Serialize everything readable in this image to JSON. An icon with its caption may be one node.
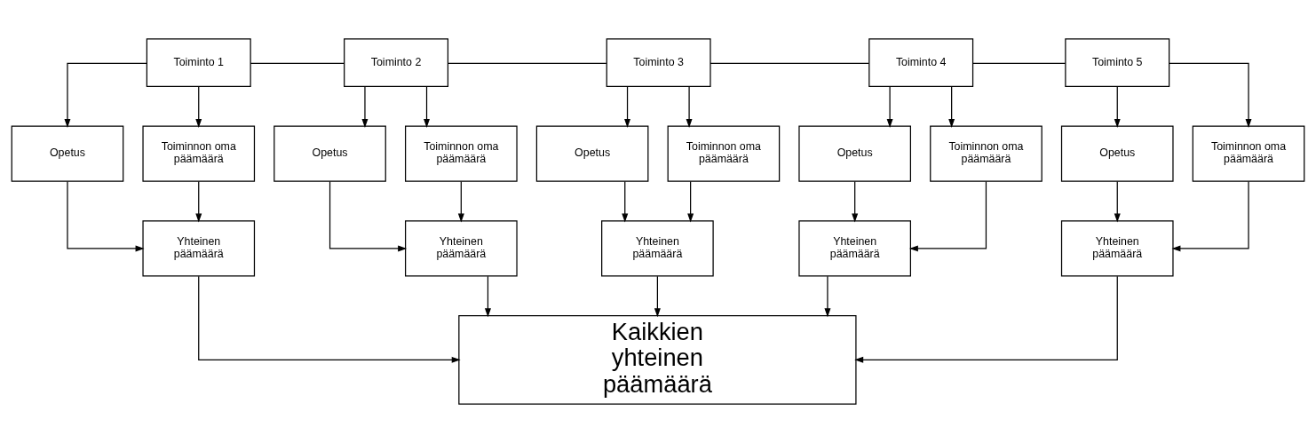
{
  "diagram": {
    "nodes": [
      {
        "text": [
          "Toiminto 1"
        ]
      },
      {
        "text": [
          "Toiminto 2"
        ]
      },
      {
        "text": [
          "Toiminto 3"
        ]
      },
      {
        "text": [
          "Toiminto 4"
        ]
      },
      {
        "text": [
          "Toiminto 5"
        ]
      },
      {
        "text": [
          "Opetus"
        ]
      },
      {
        "text": [
          "Toiminnon oma päämäärä"
        ]
      },
      {
        "text": [
          "Yhteinen päämäärä"
        ]
      },
      {
        "text": [
          "Opetus"
        ]
      },
      {
        "text": [
          "Toiminnon oma päämäärä"
        ]
      },
      {
        "text": [
          "Yhteinen päämäärä"
        ]
      },
      {
        "text": [
          "Opetus"
        ]
      },
      {
        "text": [
          "Toiminnon oma päämäärä"
        ]
      },
      {
        "text": [
          "Yhteinen päämäärä"
        ]
      },
      {
        "text": [
          "Opetus"
        ]
      },
      {
        "text": [
          "Toiminnon oma päämäärä"
        ]
      },
      {
        "text": [
          "Yhteinen päämäärä"
        ]
      },
      {
        "text": [
          "Opetus"
        ]
      },
      {
        "text": [
          "Toiminnon oma päämäärä"
        ]
      },
      {
        "text": [
          "Yhteinen päämäärä"
        ]
      },
      {
        "text": [
          "Kaikkien yhteinen päämäärä"
        ]
      }
    ],
    "edges": [
      {
        "from": 0,
        "to": 1,
        "arrow": "none"
      },
      {
        "from": 1,
        "to": 2,
        "arrow": "none"
      },
      {
        "from": 2,
        "to": 3,
        "arrow": "none"
      },
      {
        "from": 3,
        "to": 4,
        "arrow": "none"
      },
      {
        "from": 0,
        "to": 5,
        "arrow": "to"
      },
      {
        "from": 0,
        "to": 6,
        "arrow": "to"
      },
      {
        "from": 5,
        "to": 7,
        "arrow": "to"
      },
      {
        "from": 6,
        "to": 7,
        "arrow": "to"
      },
      {
        "from": 1,
        "to": 8,
        "arrow": "to"
      },
      {
        "from": 1,
        "to": 9,
        "arrow": "to"
      },
      {
        "from": 8,
        "to": 10,
        "arrow": "to"
      },
      {
        "from": 9,
        "to": 10,
        "arrow": "to"
      },
      {
        "from": 2,
        "to": 11,
        "arrow": "to"
      },
      {
        "from": 2,
        "to": 12,
        "arrow": "to"
      },
      {
        "from": 11,
        "to": 13,
        "arrow": "to"
      },
      {
        "from": 12,
        "to": 13,
        "arrow": "to"
      },
      {
        "from": 3,
        "to": 14,
        "arrow": "to"
      },
      {
        "from": 3,
        "to": 15,
        "arrow": "to"
      },
      {
        "from": 14,
        "to": 16,
        "arrow": "to"
      },
      {
        "from": 15,
        "to": 16,
        "arrow": "to"
      },
      {
        "from": 4,
        "to": 17,
        "arrow": "to"
      },
      {
        "from": 4,
        "to": 18,
        "arrow": "to"
      },
      {
        "from": 17,
        "to": 19,
        "arrow": "to"
      },
      {
        "from": 18,
        "to": 19,
        "arrow": "to"
      },
      {
        "from": 7,
        "to": 20,
        "arrow": "to"
      },
      {
        "from": 10,
        "to": 20,
        "arrow": "to"
      },
      {
        "from": 13,
        "to": 20,
        "arrow": "to"
      },
      {
        "from": 16,
        "to": 20,
        "arrow": "to"
      },
      {
        "from": 19,
        "to": 20,
        "arrow": "to"
      }
    ]
  }
}
